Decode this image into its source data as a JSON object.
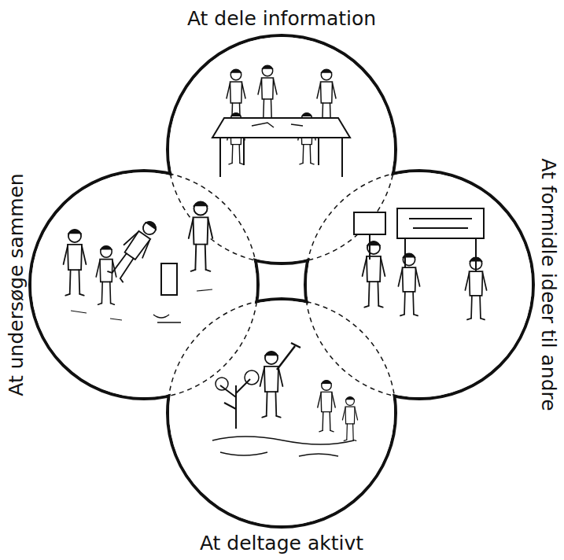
{
  "diagram": {
    "nodes": [
      {
        "text": [
          "At dele information"
        ]
      },
      {
        "text": [
          "At undersøge sammen"
        ]
      },
      {
        "text": [
          "At formidle ideer til andre"
        ]
      },
      {
        "text": [
          "At deltage aktivt"
        ]
      }
    ]
  }
}
